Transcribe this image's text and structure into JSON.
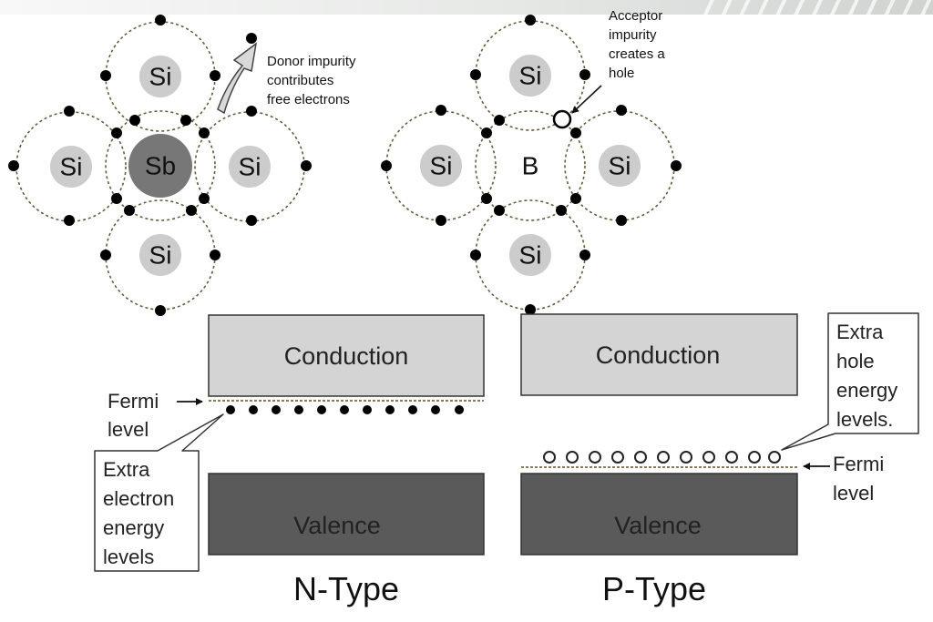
{
  "n_lattice": {
    "center_atom": "Sb",
    "neighbors": {
      "top": "Si",
      "left": "Si",
      "right": "Si",
      "bottom": "Si"
    },
    "annotation": [
      "Donor impurity",
      "contributes",
      "free electrons"
    ]
  },
  "p_lattice": {
    "center_atom": "B",
    "neighbors": {
      "top": "Si",
      "left": "Si",
      "right": "Si",
      "bottom": "Si"
    },
    "annotation": [
      "Acceptor",
      "impurity",
      "creates a",
      "hole"
    ]
  },
  "n_band": {
    "conduction": "Conduction",
    "valence": "Valence",
    "fermi": [
      "Fermi",
      "level"
    ],
    "callout": [
      "Extra",
      "electron",
      "energy",
      "levels"
    ],
    "type_label": "N-Type"
  },
  "p_band": {
    "conduction": "Conduction",
    "valence": "Valence",
    "fermi": [
      "Fermi",
      "level"
    ],
    "callout": [
      "Extra",
      "hole",
      "energy",
      "levels."
    ],
    "type_label": "P-Type"
  },
  "colors": {
    "silicon_fill": "#cccccc",
    "antimony_fill": "#777777",
    "boron_fill": "#ffffff",
    "conduction_fill": "#d4d4d4",
    "valence_fill": "#5a5a5a",
    "electron": "#000000"
  }
}
